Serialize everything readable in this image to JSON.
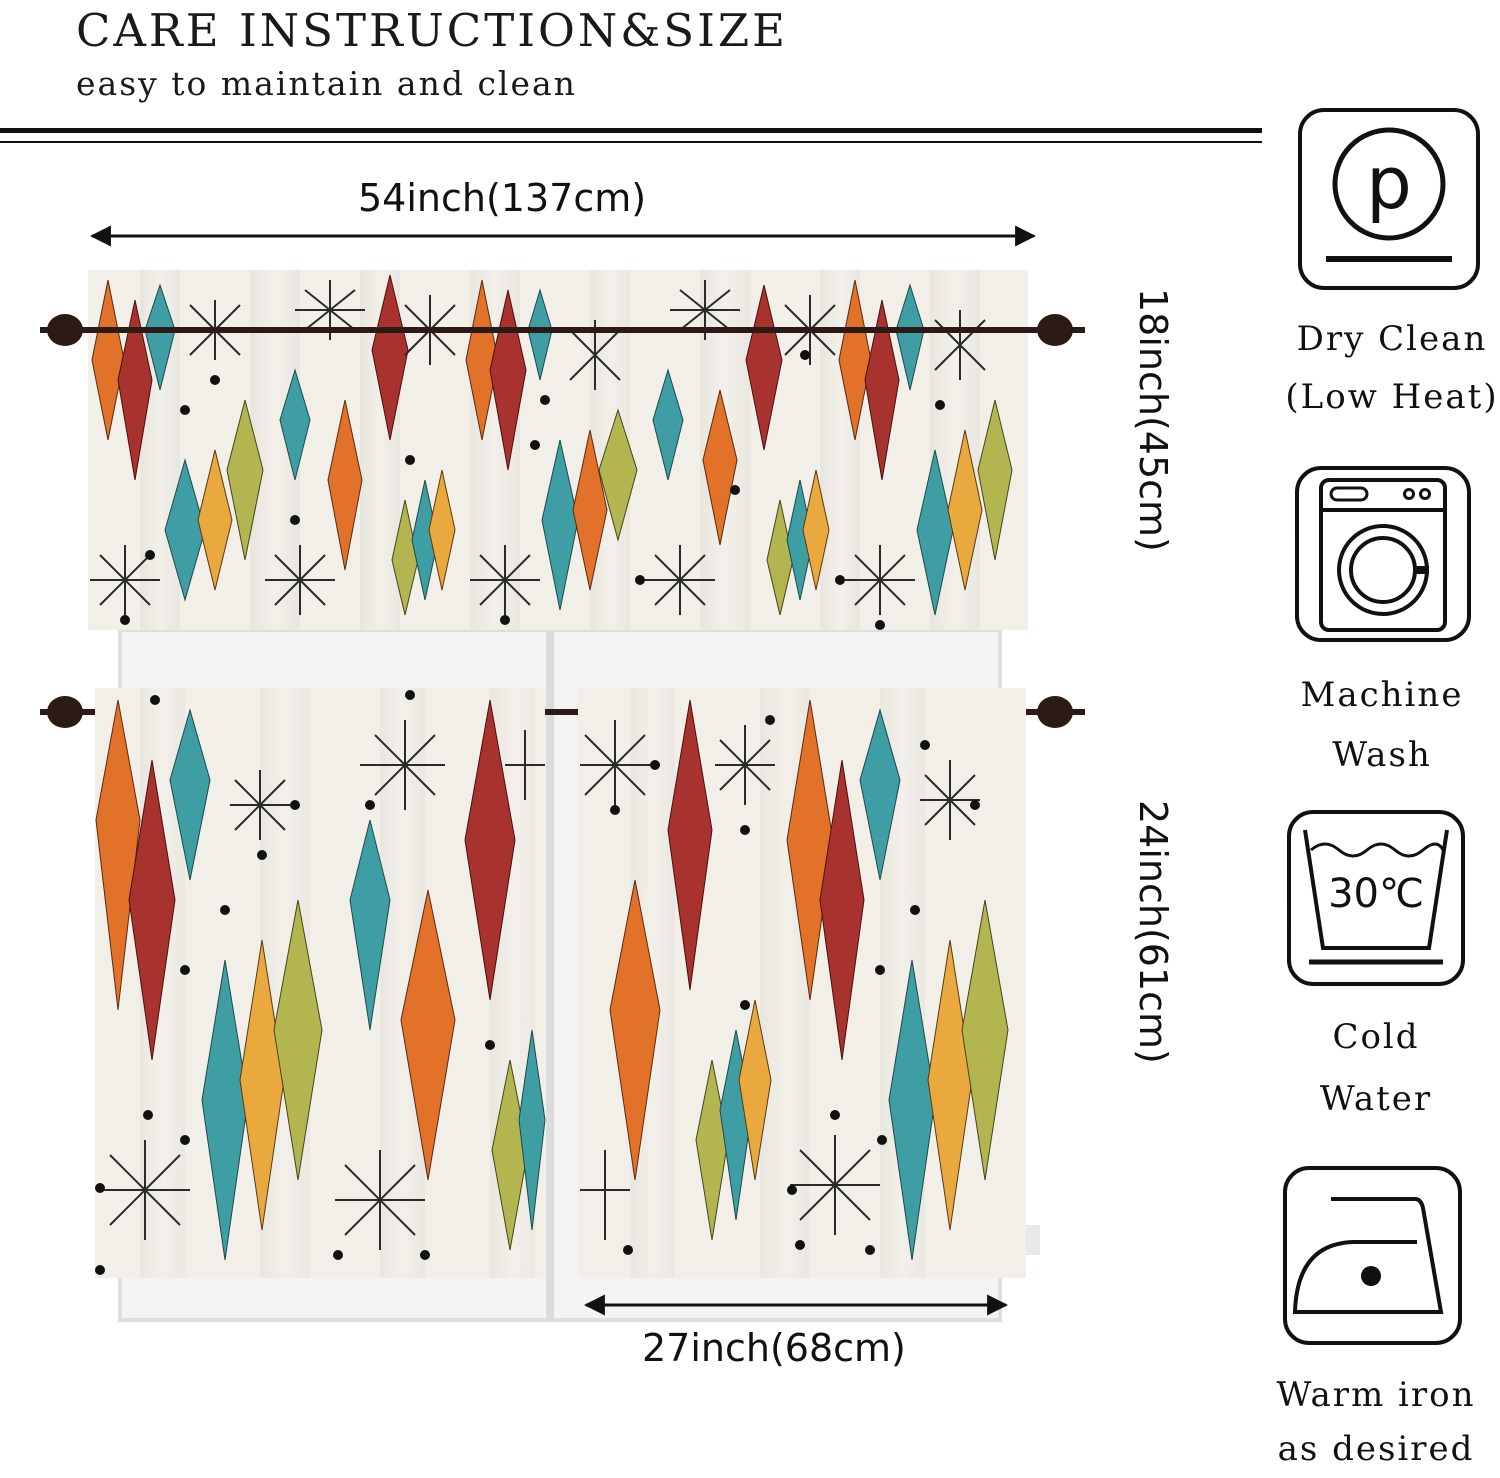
{
  "header": {
    "title": "CARE INSTRUCTION&SIZE",
    "subtitle": "easy to maintain and clean"
  },
  "dimensions": {
    "valance_width": "54inch(137cm)",
    "valance_height": "18inch(45cm)",
    "tier_height": "24inch(61cm)",
    "tier_width": "27inch(68cm)"
  },
  "care": [
    {
      "icon": "dry-clean-icon",
      "line1": "Dry Clean",
      "line2": "(Low Heat)"
    },
    {
      "icon": "washing-machine-icon",
      "line1": "Machine",
      "line2": "Wash"
    },
    {
      "icon": "wash-tub-icon",
      "tub_text": "30℃",
      "line1": "Cold",
      "line2": "Water"
    },
    {
      "icon": "iron-icon",
      "line1": "Warm iron",
      "line2": "as desired"
    }
  ],
  "colors": {
    "red": "#a8322e",
    "orange": "#e2722a",
    "teal": "#3f9ea3",
    "yellow": "#e9a93f",
    "olive": "#b3b650",
    "fabric": "#f1efe8"
  }
}
